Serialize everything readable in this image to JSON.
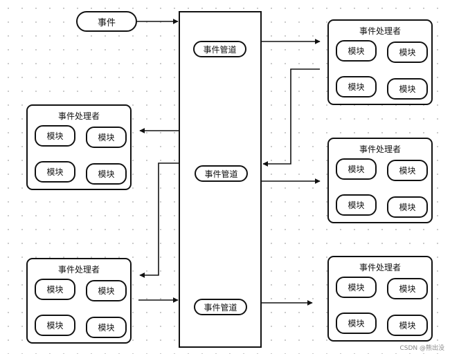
{
  "event_label": "事件",
  "pipe_label": "事件管道",
  "handlers": [
    {
      "title": "事件处理者",
      "modules": [
        "模块",
        "模块",
        "模块",
        "模块"
      ]
    },
    {
      "title": "事件处理者",
      "modules": [
        "模块",
        "模块",
        "模块",
        "模块"
      ]
    },
    {
      "title": "事件处理者",
      "modules": [
        "模块",
        "模块",
        "模块",
        "模块"
      ]
    },
    {
      "title": "事件处理者",
      "modules": [
        "模块",
        "模块",
        "模块",
        "模块"
      ]
    },
    {
      "title": "事件处理者",
      "modules": [
        "模块",
        "模块",
        "模块",
        "模块"
      ]
    }
  ],
  "watermark": "CSDN @熊出没"
}
